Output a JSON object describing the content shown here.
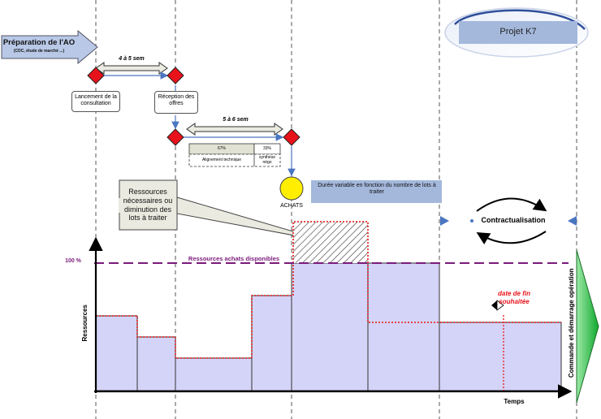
{
  "project_title": "Projet K7",
  "phase": {
    "title": "Préparation de l'AO",
    "subtitle": "(CDC, étude de marché ...)"
  },
  "durations": {
    "first": "4 à 5 sem",
    "second": "5 à 6 sem"
  },
  "milestones": {
    "launch": "Lancement de la consultation",
    "reception": "Réception des offres"
  },
  "evaluation": {
    "technical_pct": "67%",
    "technical_label": "Alignement technique",
    "synthesis_pct": "33%",
    "synthesis_label": "synthèse négo"
  },
  "purchases": {
    "label": "ACHATS",
    "note": "Durée variable en fonction du nombre de lots à traiter"
  },
  "callout": "Ressources nécessaires ou diminution des lots à traiter",
  "contract_label": "Contractualisation",
  "chart": {
    "hundred_label": "100 %",
    "capacity_label": "Ressources achats disponibles",
    "y_axis_label": "Ressources",
    "x_axis_label": "Temps",
    "end_date_label": "date de fin souhaitée",
    "final_arrow_label": "Commande et démarrage opération"
  },
  "colors": {
    "milestone": "#e8121b",
    "capacity_line": "#7a1a7a",
    "resource_fill": "#d4d4f8",
    "dotted": "#e83030",
    "phase_arrow": "#b8c8e6",
    "final_arrow": "#1fbf3a",
    "project_box": "#a4b8dc"
  }
}
